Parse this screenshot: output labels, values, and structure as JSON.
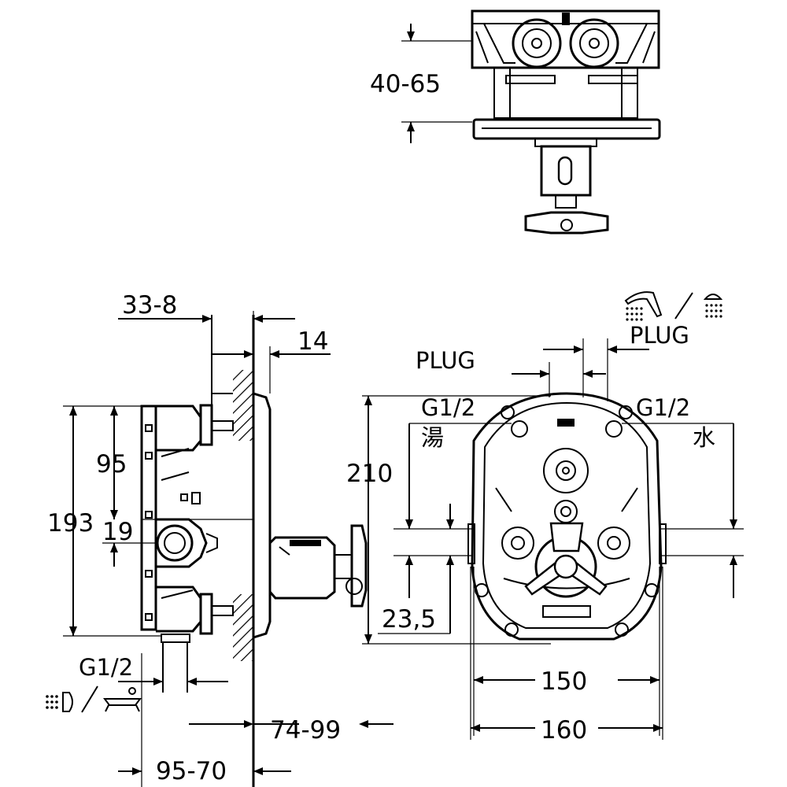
{
  "top_view": {
    "depth_label": "40-65"
  },
  "side_view": {
    "dims": {
      "offset": "33-8",
      "plate": "14",
      "height_total": "193",
      "height_upper": "95",
      "center_offset": "19",
      "width_bottom": "74-99",
      "depth_bottom": "95-70"
    },
    "outlet_thread": "G1/2"
  },
  "front_view": {
    "plug_left": "PLUG",
    "plug_right": "PLUG",
    "thread_left": "G1/2",
    "thread_right": "G1/2",
    "hot_label": "湯",
    "cold_label": "水",
    "dims": {
      "height": "210",
      "offset": "23,5",
      "width_inner": "150",
      "width_outer": "160"
    }
  },
  "icons": [
    "shower-head-icon",
    "handshower-icon",
    "bathtub-spout-icon",
    "bathtub-icon",
    "arrow-icon"
  ]
}
